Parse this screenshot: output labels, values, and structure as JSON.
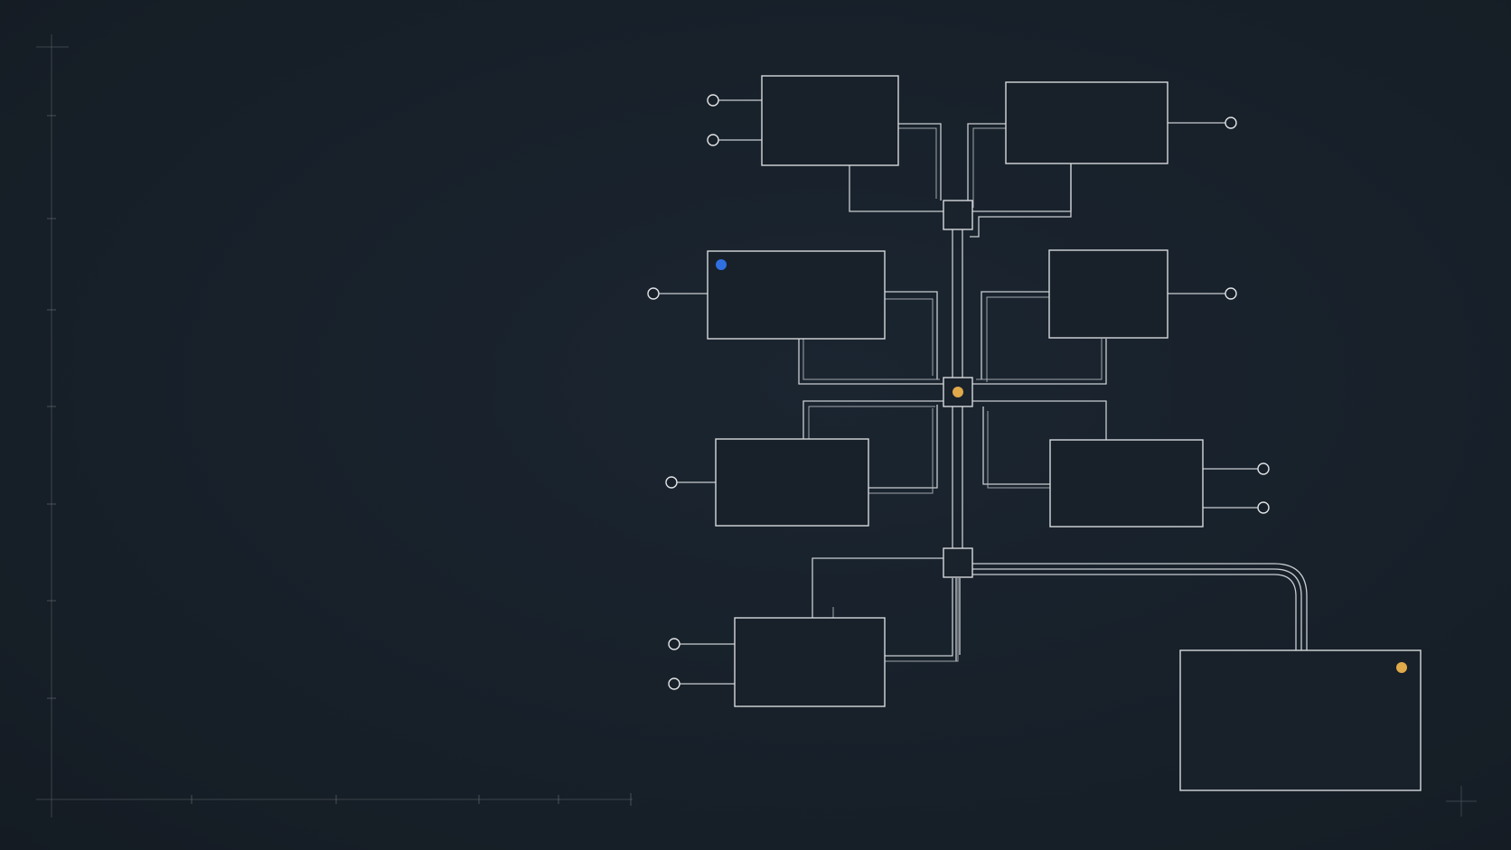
{
  "diagram": {
    "colors": {
      "background": "#182029",
      "stroke": "#d6d9dc",
      "accent_blue": "#2f6fe0",
      "accent_amber": "#e0a94a"
    },
    "nodes": [
      {
        "id": "block-top-left",
        "indicator": null
      },
      {
        "id": "block-top-right",
        "indicator": null
      },
      {
        "id": "block-mid-left",
        "indicator": "blue"
      },
      {
        "id": "block-mid-right",
        "indicator": null
      },
      {
        "id": "block-lower-left",
        "indicator": null
      },
      {
        "id": "block-lower-right",
        "indicator": null
      },
      {
        "id": "block-bottom-left",
        "indicator": null
      },
      {
        "id": "block-bottom-right-large",
        "indicator": "amber"
      }
    ],
    "junctions": [
      {
        "id": "junction-top",
        "indicator": null
      },
      {
        "id": "junction-middle",
        "indicator": "amber"
      },
      {
        "id": "junction-bottom",
        "indicator": null
      }
    ]
  }
}
